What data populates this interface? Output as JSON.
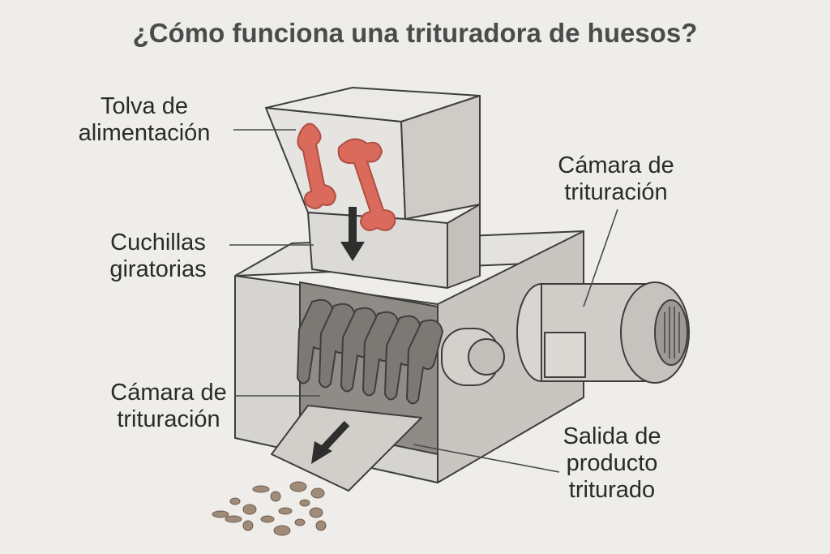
{
  "title": "¿Cómo funciona una trituradora de huesos?",
  "labels": {
    "hopper": [
      "Tolva de",
      "alimentación"
    ],
    "chamber_right": [
      "Cámara de",
      "trituración"
    ],
    "blades": [
      "Cuchillas",
      "giratorias"
    ],
    "chamber_left": [
      "Cámara de",
      "trituración"
    ],
    "outlet": [
      "Salida de",
      "producto",
      "triturado"
    ]
  },
  "colors": {
    "background": "#efede9",
    "machine": "#d9d7d3",
    "machine_dark": "#b9b6b1",
    "outline": "#3e3e3e",
    "bone": "#d96a5c",
    "arrow": "#2e2e2e",
    "debris": "#a08a78"
  }
}
